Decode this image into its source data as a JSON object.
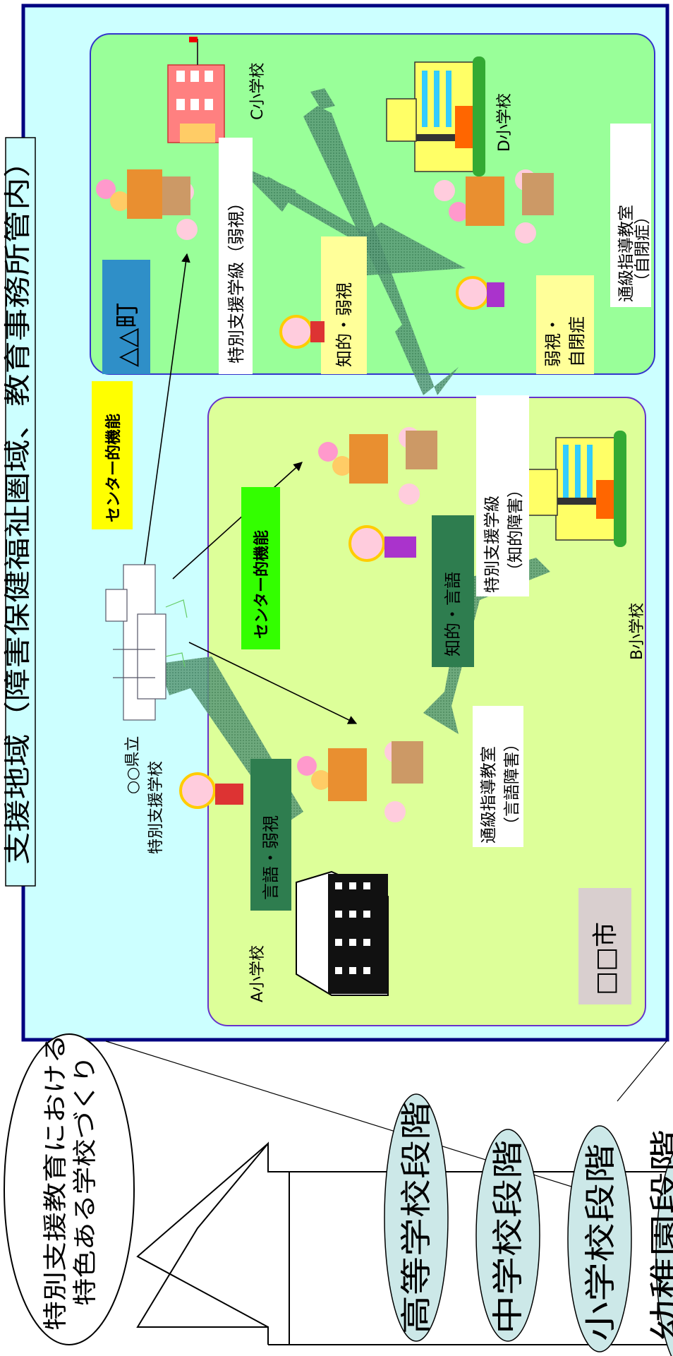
{
  "title": "支援地域（障害保健福祉圏域、教育事務所管内）",
  "summary_label": "特別支援教育における特色ある学校づくり",
  "stages": [
    "高等学校段階",
    "中学校段階",
    "小学校段階",
    "幼稚園段階"
  ],
  "town": {
    "name": "△△町",
    "school_c": "C小学校",
    "school_d": "D小学校",
    "class_weak_vision": "特別支援学級（弱視）",
    "tsukyu_line1": "通級指導教室",
    "tsukyu_line2": "（自閉症）",
    "flow_intellectual_vision": "知的・弱視",
    "flow_vision_autism_1": "弱視・",
    "flow_vision_autism_2": "自閉症"
  },
  "city": {
    "name": "□□市",
    "school_a": "A小学校",
    "school_b": "B小学校",
    "class_intellectual_1": "特別支援学級",
    "class_intellectual_2": "（知的障害）",
    "tsukyu_line1": "通級指導教室",
    "tsukyu_line2": "（言語障害）",
    "flow_language_vision": "言語・弱視",
    "flow_intellectual_language": "知的・言語"
  },
  "special_school_1": "○○県立",
  "special_school_2": "特別支援学校",
  "center_function_outer": "センター的機能",
  "center_function_inner": "センター的機能",
  "colors": {
    "outer_bg": "#ccffff",
    "outer_border": "#000080",
    "town_bg": "#99ff99",
    "city_bg": "#ddff99",
    "badge_green": "#2e7d4f",
    "badge_yellow_light": "#ffff99",
    "badge_yellow": "#ffff00",
    "badge_lime": "#33ff00",
    "stage_oval": "#cce8e8"
  }
}
